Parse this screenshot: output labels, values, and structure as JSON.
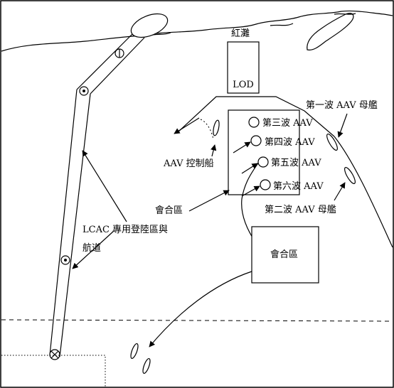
{
  "labels": {
    "red_beach": "紅灘",
    "lod": "LOD",
    "aav_control_boat": "AAV 控制船",
    "wave1_mothership": "第一波 AAV 母艦",
    "wave2_mothership": "第二波 AAV 母艦",
    "wave3": "第三波 AAV",
    "wave4": "第四波 AAV",
    "wave5": "第五波 AAV",
    "wave6": "第六波 AAV",
    "rendezvous_left": "會合區",
    "rendezvous_box": "會合區",
    "lcac_line1": "LCAC 專用登陸區與",
    "lcac_line2": "航道"
  },
  "colors": {
    "ink": "#000000",
    "background": "#ffffff"
  }
}
